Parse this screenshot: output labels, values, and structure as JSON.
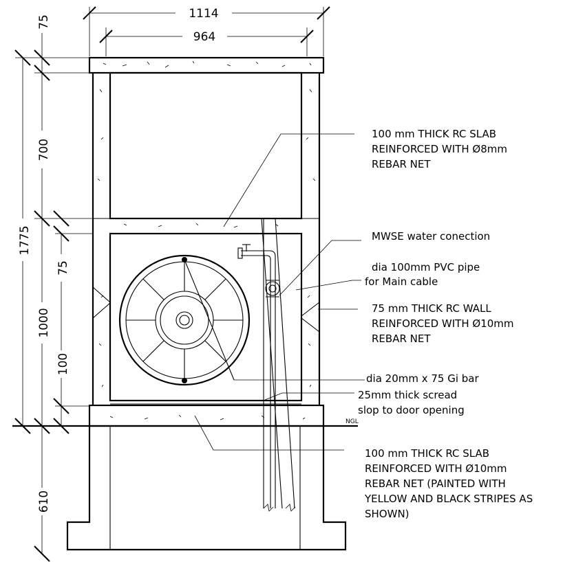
{
  "dimensions": {
    "overall_width": "1114",
    "inner_width": "964",
    "top_slab": "75",
    "upper_chamber": "700",
    "overall_height": "1775",
    "mid_slab": "75",
    "lower_chamber": "1000",
    "bottom_slab": "100",
    "foundation": "610"
  },
  "notes": {
    "top_slab": [
      "100 mm THICK RC SLAB",
      "REINFORCED WITH Ø8mm",
      "REBAR NET"
    ],
    "water_connection": [
      "MWSE water conection"
    ],
    "pvc_pipe": [
      "dia 100mm PVC pipe",
      "for Main cable"
    ],
    "wall": [
      "75 mm THICK RC WALL",
      "REINFORCED WITH Ø10mm",
      "REBAR NET"
    ],
    "gi_bar": [
      "dia 20mm  x 75 Gi bar"
    ],
    "screed": [
      "25mm thick scread",
      "slop to door opening"
    ],
    "bottom_slab": [
      "100 mm THICK RC SLAB",
      "REINFORCED WITH Ø10mm",
      "REBAR NET  (PAINTED WITH",
      "YELLOW AND BLACK STRIPES AS",
      "SHOWN)"
    ]
  },
  "ground_label": "NGL"
}
